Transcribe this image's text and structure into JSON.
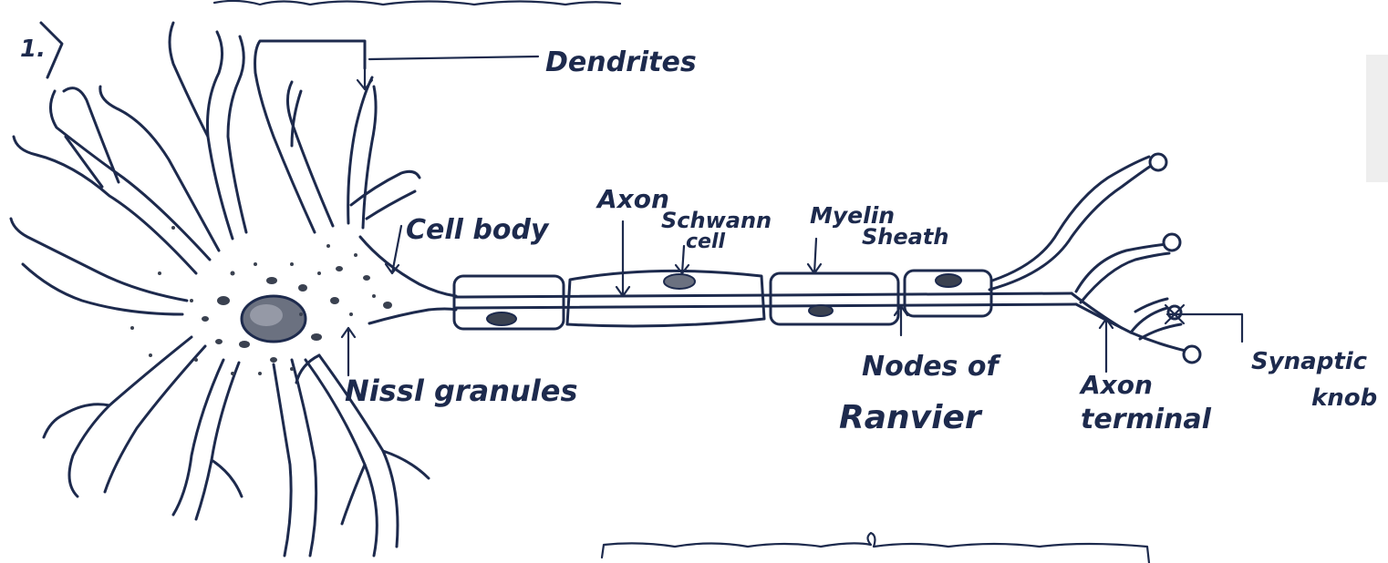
{
  "figure": {
    "number": "1."
  },
  "labels": {
    "dendrites": "Dendrites",
    "cell_body": "Cell body",
    "axon": "Axon",
    "schwann_cell_line1": "Schwann",
    "schwann_cell_line2": "cell",
    "myelin_line1": "Myelin",
    "myelin_line2": "Sheath",
    "nissl": "Nissl granules",
    "nodes_line1": "Nodes of",
    "nodes_line2": "Ranvier",
    "axon_terminal_line1": "Axon",
    "axon_terminal_line2": "terminal",
    "synaptic_line1": "Synaptic",
    "synaptic_line2": "knob"
  },
  "colors": {
    "ink": "#1d2a4d",
    "shade": "#5b6270",
    "paper": "#ffffff"
  }
}
